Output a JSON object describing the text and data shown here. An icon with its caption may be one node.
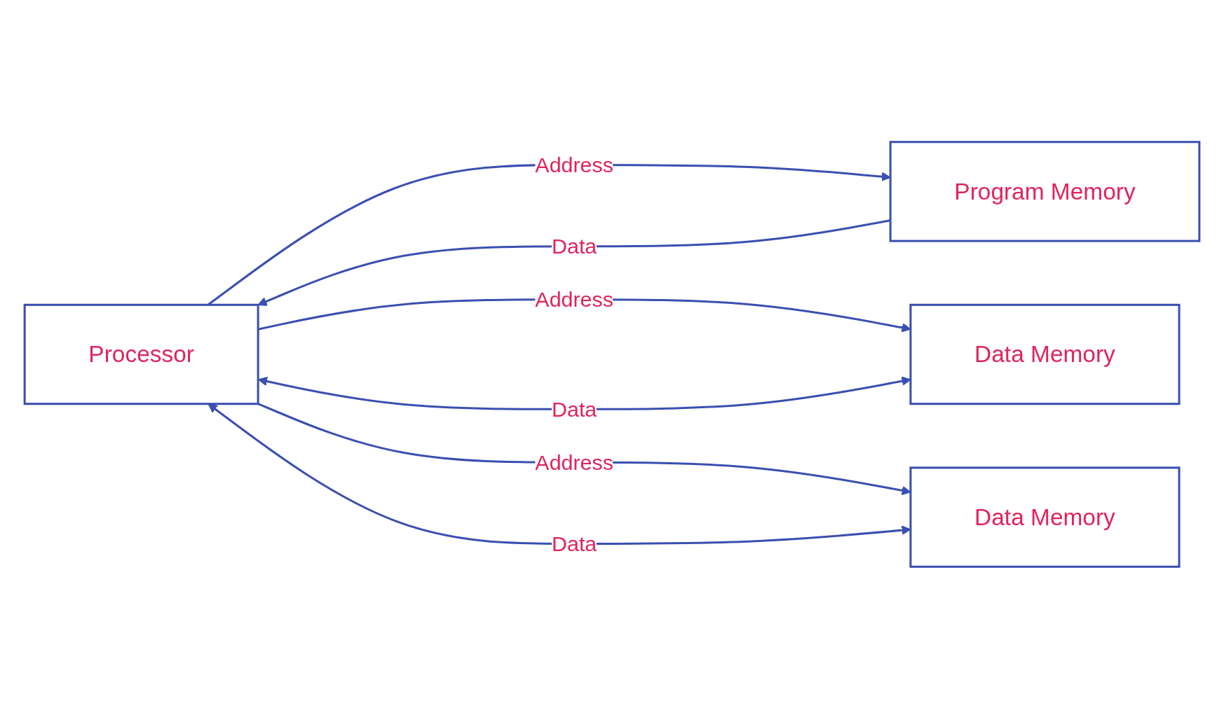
{
  "diagram": {
    "nodes": [
      {
        "text": [
          "Processor"
        ]
      },
      {
        "text": [
          "Program Memory"
        ]
      },
      {
        "text": [
          "Data Memory"
        ]
      },
      {
        "text": [
          "Data Memory"
        ]
      }
    ],
    "edges": [
      {
        "from": 0,
        "to": 1,
        "arrow": "to",
        "label": "Address"
      },
      {
        "from": 1,
        "to": 0,
        "arrow": "to",
        "label": "Data"
      },
      {
        "from": 0,
        "to": 2,
        "arrow": "to",
        "label": "Address"
      },
      {
        "from": 0,
        "to": 2,
        "arrow": "both",
        "label": "Data"
      },
      {
        "from": 0,
        "to": 3,
        "arrow": "to",
        "label": "Address"
      },
      {
        "from": 0,
        "to": 3,
        "arrow": "both",
        "label": "Data"
      }
    ]
  }
}
